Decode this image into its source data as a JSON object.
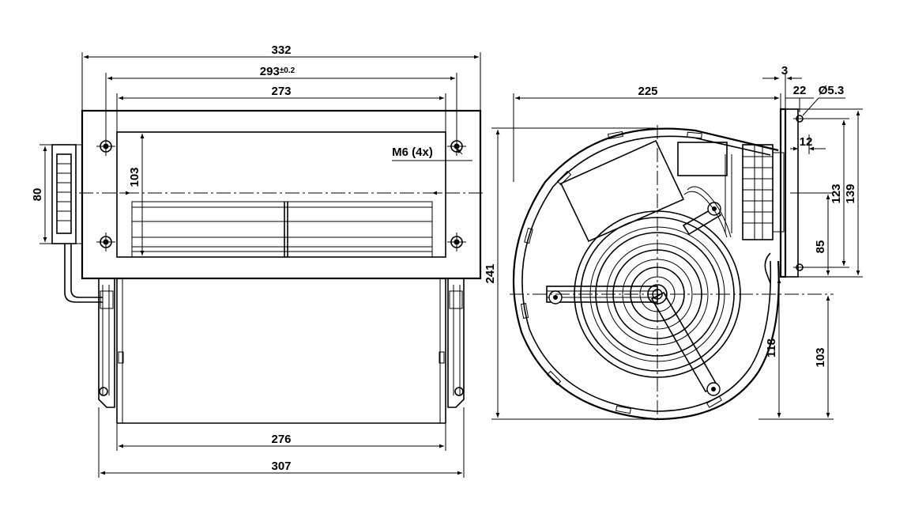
{
  "front_view": {
    "dims": {
      "width_overall": "332",
      "width_holes": "293",
      "width_holes_tol": "±0.2",
      "width_outlet": "273",
      "height_outlet": "103",
      "height_connector": "80",
      "thread": "M6 (4x)",
      "width_base": "276",
      "width_bottom": "307"
    }
  },
  "side_view": {
    "dims": {
      "width_housing": "225",
      "flange_thickness": "3",
      "flange_depth": "22",
      "hole_diameter": "Ø5.3",
      "flange_offset": "12",
      "height_overall": "241",
      "height_123": "123",
      "height_139": "139",
      "height_85": "85",
      "height_118": "118",
      "height_103": "103"
    }
  }
}
